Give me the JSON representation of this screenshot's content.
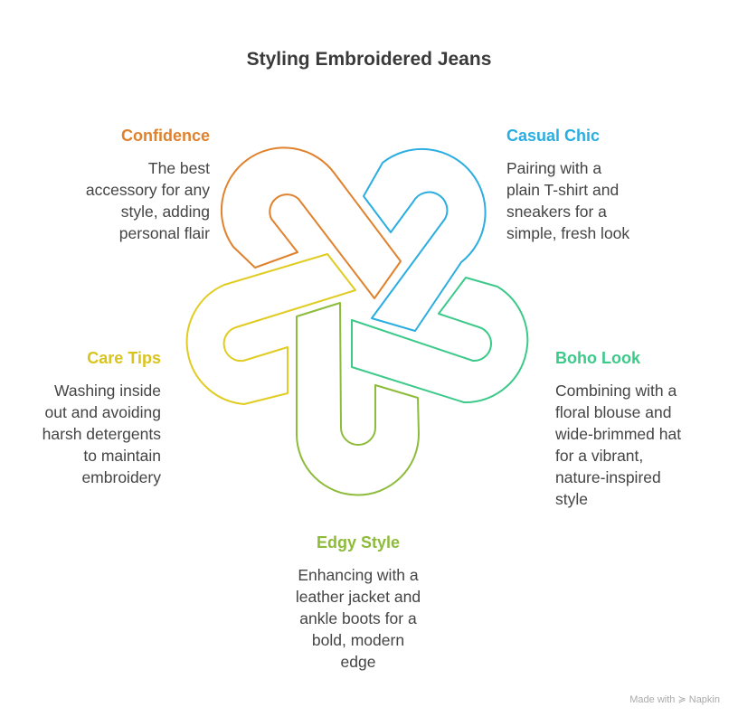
{
  "title": "Styling Embroidered Jeans",
  "items": [
    {
      "label": "Confidence",
      "color": "#E0822D",
      "text": [
        "The best",
        "accessory for any",
        "style, adding",
        "personal flair"
      ]
    },
    {
      "label": "Casual Chic",
      "color": "#2AADE0",
      "text": [
        "Pairing with a",
        "plain T-shirt and",
        "sneakers for a",
        "simple, fresh look"
      ]
    },
    {
      "label": "Boho Look",
      "color": "#3DC98A",
      "text": [
        "Combining with a",
        "floral blouse and",
        "wide-brimmed hat",
        "for a vibrant,",
        "nature-inspired",
        "style"
      ]
    },
    {
      "label": "Edgy Style",
      "color": "#8DBB3A",
      "text": [
        "Enhancing with a",
        "leather jacket and",
        "ankle boots for a",
        "bold, modern",
        "edge"
      ]
    },
    {
      "label": "Care Tips",
      "color": "#E0CC22",
      "text": [
        "Washing inside",
        "out and avoiding",
        "harsh detergents",
        "to maintain",
        "embroidery"
      ]
    }
  ],
  "footer": {
    "made_with": "Made with",
    "brand": "Napkin"
  }
}
